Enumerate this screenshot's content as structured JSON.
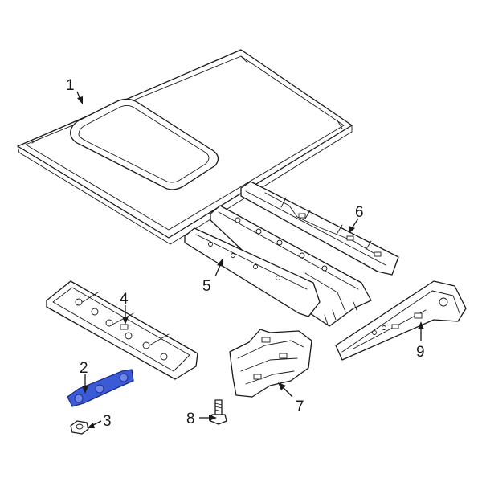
{
  "diagram": {
    "highlight_color": "#3b5bd6",
    "callouts": [
      {
        "id": "1",
        "label": "1"
      },
      {
        "id": "2",
        "label": "2"
      },
      {
        "id": "3",
        "label": "3"
      },
      {
        "id": "4",
        "label": "4"
      },
      {
        "id": "5",
        "label": "5"
      },
      {
        "id": "6",
        "label": "6"
      },
      {
        "id": "7",
        "label": "7"
      },
      {
        "id": "8",
        "label": "8"
      },
      {
        "id": "9",
        "label": "9"
      }
    ]
  }
}
